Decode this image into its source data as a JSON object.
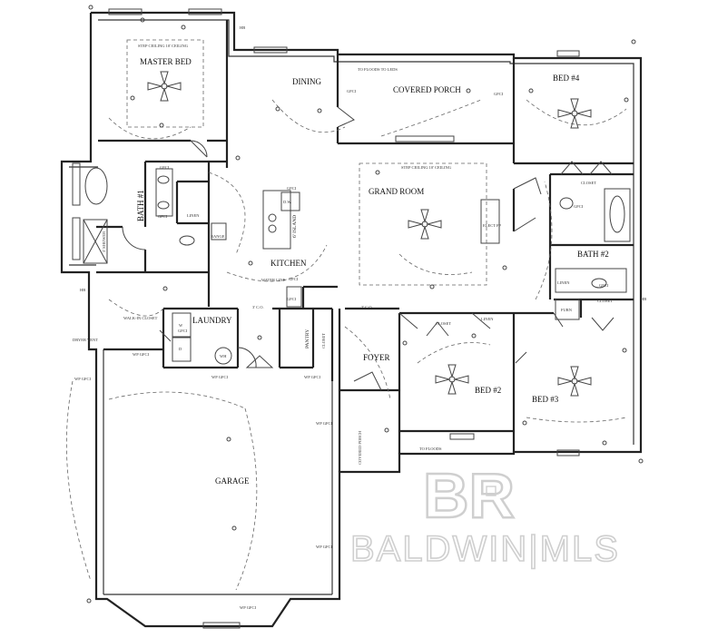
{
  "rooms": {
    "master_bed": "MASTER BED",
    "master_ceiling": "STEP CEILING 10' CEILING",
    "dining": "DINING",
    "covered_porch": "COVERED PORCH",
    "porch_note": "TO FLOODS TO LEDS",
    "bed4": "BED #4",
    "grand_room": "GRAND ROOM",
    "grand_ceiling": "STEP CEILING 10' CEILING",
    "bath1": "BATH #1",
    "linen1": "LINEN",
    "range": "RANGE",
    "kitchen": "KITCHEN",
    "island": "6' ISLAND",
    "dw": "D.W.",
    "elect_fp": "ELECT FP",
    "bath2": "BATH #2",
    "closet_bed4": "CLOSET",
    "linen2": "LINEN",
    "furn": "FURN",
    "closet_bed3": "CLOSET",
    "walk_in_closet": "WALK-IN CLOSET",
    "shower": "5' SHOWER",
    "laundry": "LAUNDRY",
    "w": "W",
    "d": "D",
    "wh": "WH",
    "pantry": "PANTRY",
    "closet_hall": "CLOSET",
    "foyer": "FOYER",
    "closet_bed2": "CLOSET",
    "linen3": "LINEN",
    "bed2": "BED #2",
    "bed3": "BED #3",
    "water_line": "WATER LINE",
    "garage": "GARAGE",
    "covered_porch_front": "COVERED PORCH",
    "dryer_vent": "DRYER VENT",
    "hb": "HB",
    "co": "3' C.O.",
    "to_floods": "TO FLOODS"
  },
  "fixtures": {
    "gfci": "GFCI",
    "wp_gfci": "WP GFCI"
  },
  "watermark": {
    "logo": "BR",
    "name": "BALDWIN|MLS"
  },
  "colors": {
    "line": "#222222",
    "watermark": "#cfcfcf"
  }
}
